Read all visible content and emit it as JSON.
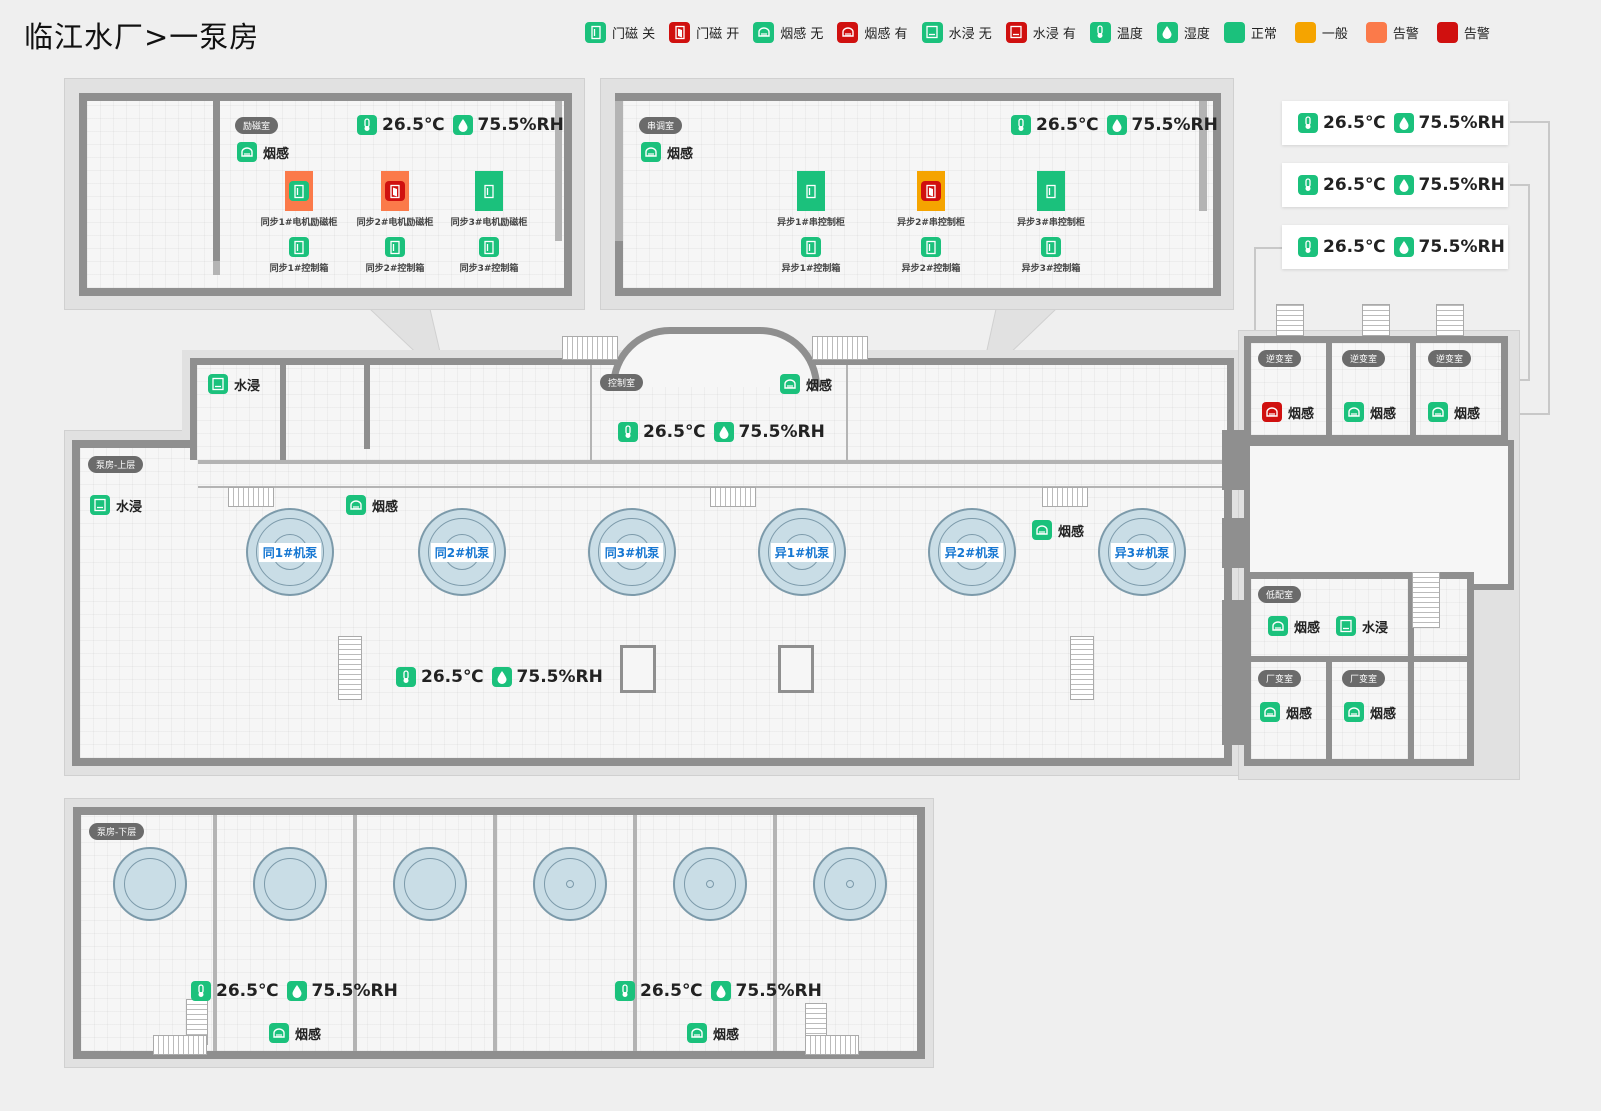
{
  "title": "临江水厂>一泵房",
  "legend": [
    {
      "label": "门磁 关",
      "icon": "door-closed-icon",
      "color": "#1bc17c"
    },
    {
      "label": "门磁 开",
      "icon": "door-open-icon",
      "color": "#d0100f"
    },
    {
      "label": "烟感 无",
      "icon": "smoke-icon",
      "color": "#1bc17c"
    },
    {
      "label": "烟感 有",
      "icon": "smoke-icon",
      "color": "#d0100f"
    },
    {
      "label": "水浸 无",
      "icon": "water-icon",
      "color": "#1bc17c"
    },
    {
      "label": "水浸 有",
      "icon": "water-icon",
      "color": "#d0100f"
    },
    {
      "label": "温度",
      "icon": "thermometer-icon",
      "color": "#1bc17c"
    },
    {
      "label": "湿度",
      "icon": "droplet-icon",
      "color": "#1bc17c"
    },
    {
      "label": "正常",
      "color": "#1bc17c"
    },
    {
      "label": "一般",
      "color": "#f5a400"
    },
    {
      "label": "告警",
      "color": "#fb7a4a"
    },
    {
      "label": "告警",
      "color": "#d0100f"
    }
  ],
  "colors": {
    "normal": "#1bc17c",
    "general": "#f5a400",
    "warn": "#fb7a4a",
    "alarm": "#d0100f"
  },
  "reading": {
    "temp": "26.5℃",
    "rh": "75.5%RH"
  },
  "labels": {
    "smoke": "烟感",
    "water": "水浸"
  },
  "rooms": {
    "excitation": "励磁室",
    "series": "串调室",
    "control": "控制室",
    "pump_upper": "泵房-上层",
    "pump_lower": "泵房-下层",
    "inverter": "逆变室",
    "low_dist": "低配室",
    "plant_trans": "厂变室"
  },
  "excitation_devices": [
    {
      "cabinet": "同步1#电机励磁柜",
      "box": "同步1#控制箱",
      "status": "warn"
    },
    {
      "cabinet": "同步2#电机励磁柜",
      "box": "同步2#控制箱",
      "status": "warn-open"
    },
    {
      "cabinet": "同步3#电机励磁柜",
      "box": "同步3#控制箱",
      "status": "normal"
    }
  ],
  "series_devices": [
    {
      "cabinet": "异步1#串控制柜",
      "box": "异步1#控制箱",
      "status": "normal"
    },
    {
      "cabinet": "异步2#串控制柜",
      "box": "异步2#控制箱",
      "status": "general-open"
    },
    {
      "cabinet": "异步3#串控制柜",
      "box": "异步3#控制箱",
      "status": "normal"
    }
  ],
  "pumps": [
    "同1#机泵",
    "同2#机泵",
    "同3#机泵",
    "异1#机泵",
    "异2#机泵",
    "异3#机泵"
  ]
}
